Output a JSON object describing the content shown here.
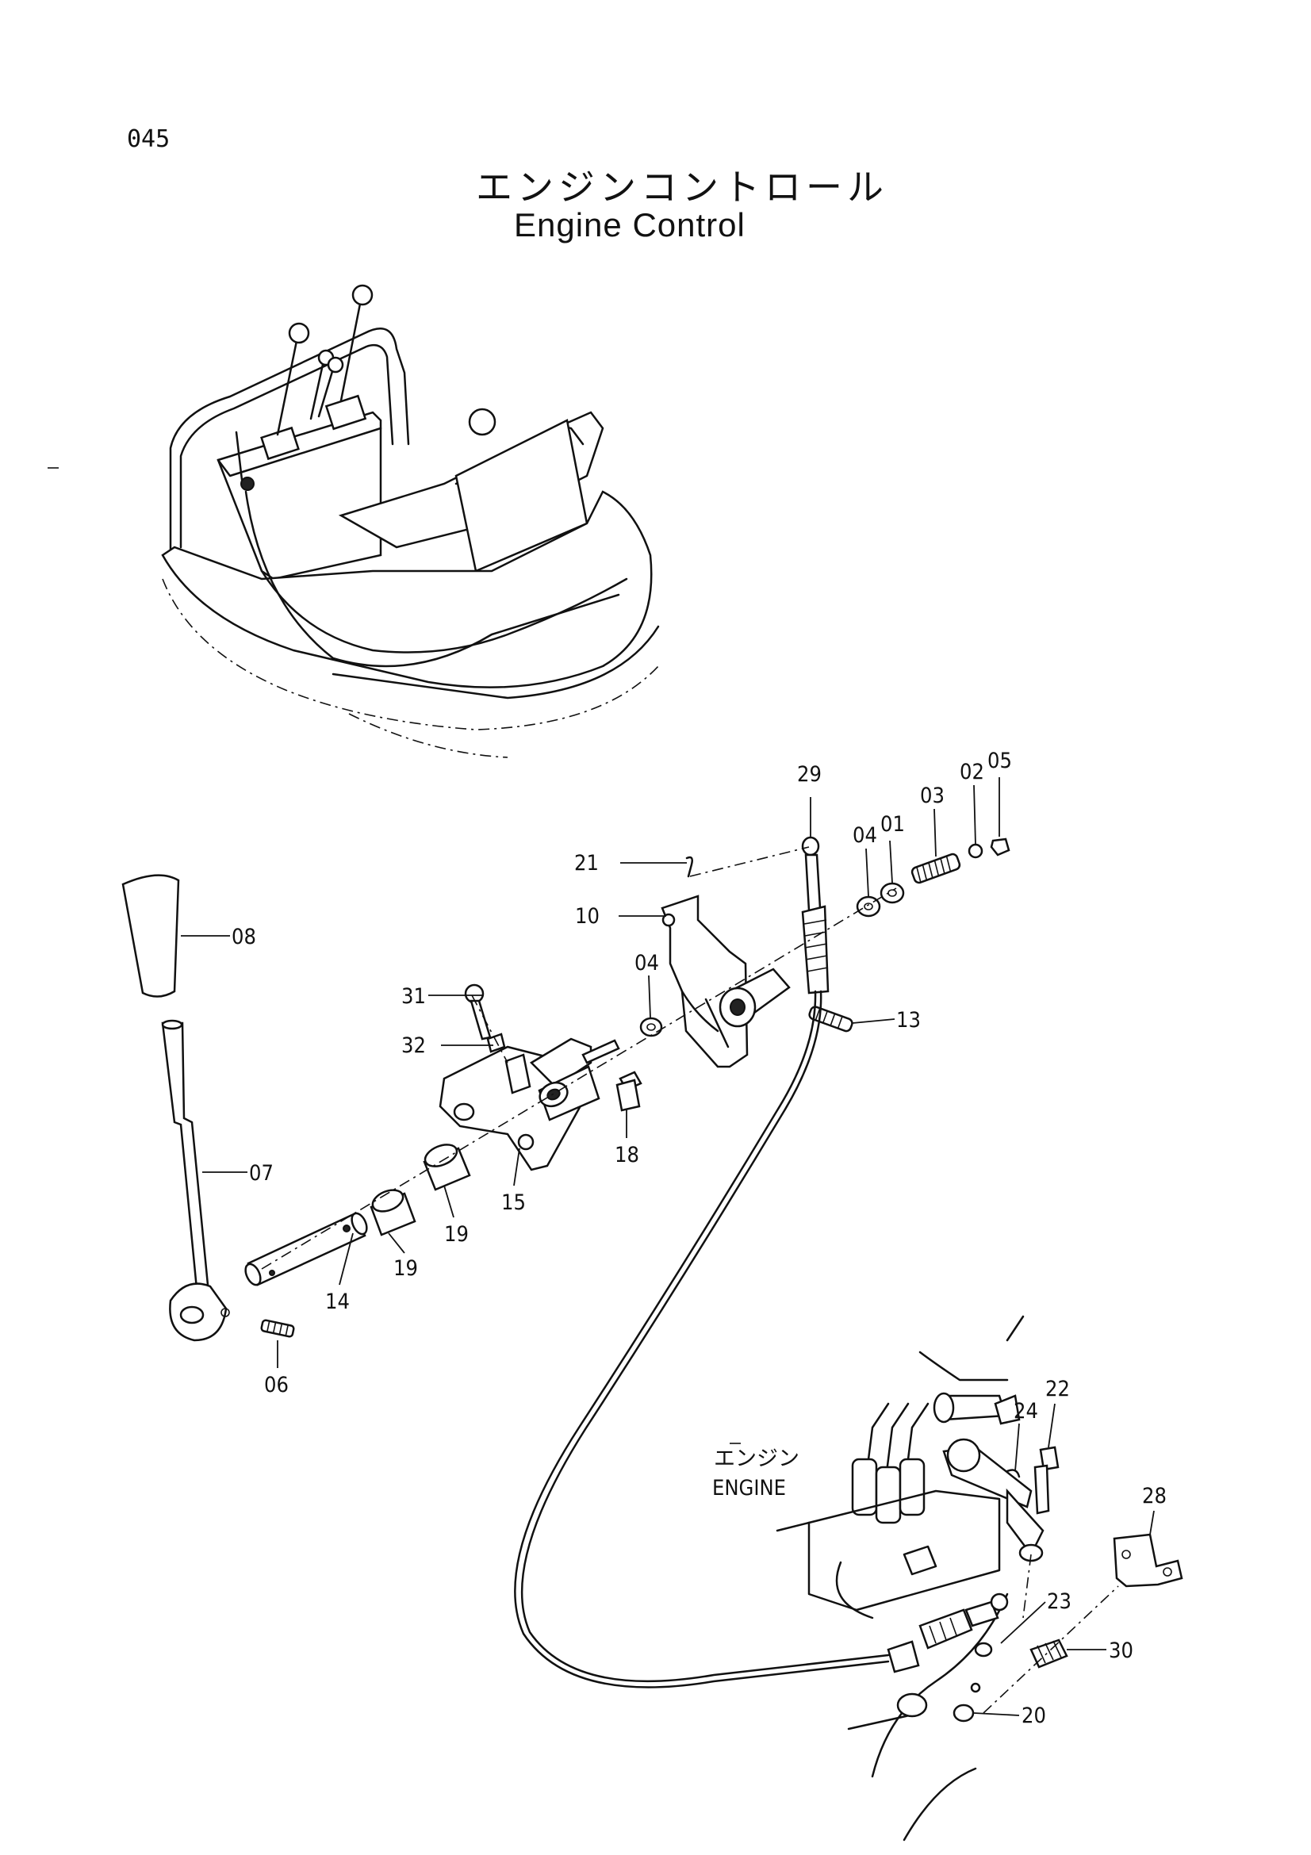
{
  "page": {
    "number": "045",
    "title_jp": "エンジンコントロール",
    "title_en": "Engine Control"
  },
  "engine_label": {
    "jp": "エンジン",
    "en": "ENGINE"
  },
  "parts": [
    {
      "id": "p01",
      "label": "01"
    },
    {
      "id": "p02",
      "label": "02"
    },
    {
      "id": "p03",
      "label": "03"
    },
    {
      "id": "p04a",
      "label": "04"
    },
    {
      "id": "p04b",
      "label": "04"
    },
    {
      "id": "p05",
      "label": "05"
    },
    {
      "id": "p06",
      "label": "06"
    },
    {
      "id": "p07",
      "label": "07"
    },
    {
      "id": "p08",
      "label": "08"
    },
    {
      "id": "p10",
      "label": "10"
    },
    {
      "id": "p13",
      "label": "13"
    },
    {
      "id": "p14",
      "label": "14"
    },
    {
      "id": "p15",
      "label": "15"
    },
    {
      "id": "p18",
      "label": "18"
    },
    {
      "id": "p19a",
      "label": "19"
    },
    {
      "id": "p19b",
      "label": "19"
    },
    {
      "id": "p20",
      "label": "20"
    },
    {
      "id": "p21",
      "label": "21"
    },
    {
      "id": "p22",
      "label": "22"
    },
    {
      "id": "p23",
      "label": "23"
    },
    {
      "id": "p24",
      "label": "24"
    },
    {
      "id": "p28",
      "label": "28"
    },
    {
      "id": "p29",
      "label": "29"
    },
    {
      "id": "p30",
      "label": "30"
    },
    {
      "id": "p31",
      "label": "31"
    },
    {
      "id": "p32",
      "label": "32"
    }
  ]
}
